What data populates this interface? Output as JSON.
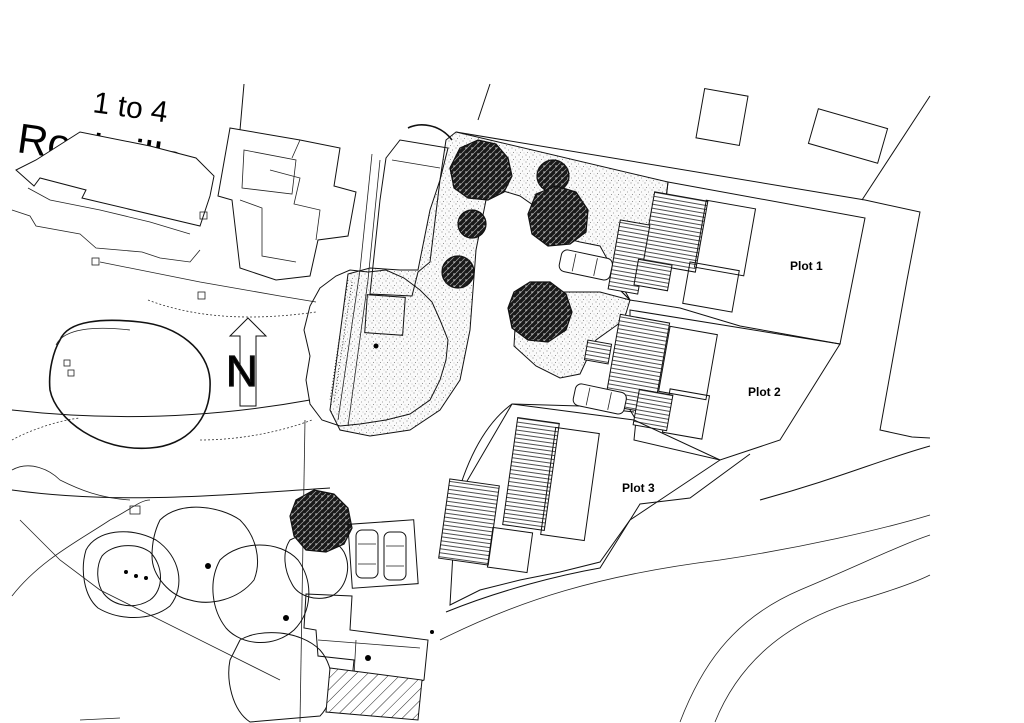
{
  "title": {
    "line1": "1 to 4",
    "line2": "Rockville"
  },
  "plots": [
    {
      "label": "Plot 1"
    },
    {
      "label": "Plot 2"
    },
    {
      "label": "Plot 3"
    }
  ],
  "north_arrow": {
    "label": "N"
  }
}
